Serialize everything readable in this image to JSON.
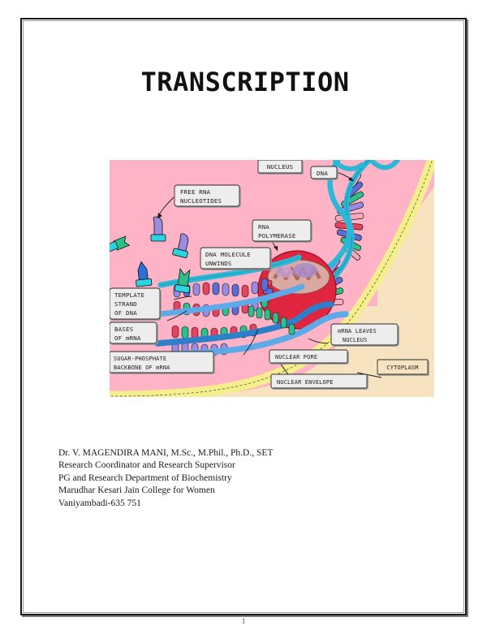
{
  "document": {
    "title": "TRANSCRIPTION",
    "page_number": "1"
  },
  "figure": {
    "name": "transcription-diagram",
    "regions": {
      "nucleus_fill": "#FFB3C6",
      "cytoplasm_fill": "#F7E3C0",
      "nuclear_envelope_fill": "#F5EE8D",
      "rna_polymerase_fill": "#E0263F"
    },
    "labels": {
      "nucleus": "NUCLEUS",
      "dna": "DNA",
      "free_rna_nucleotides_l1": "FREE  RNA",
      "free_rna_nucleotides_l2": "NUCLEOTIDES",
      "rna_polymerase_l1": "RNA",
      "rna_polymerase_l2": "POLYMERASE",
      "dna_molecule_unwinds_l1": "DNA  MOLECULE",
      "dna_molecule_unwinds_l2": "UNWINDS",
      "template_strand_l1": "TEMPLATE",
      "template_strand_l2": "STRAND",
      "template_strand_l3": "OF  DNA",
      "bases_of_mrna_l1": "BASES",
      "bases_of_mrna_l2": "OF mRNA",
      "sugar_phosphate_l1": "SUGAR-PHOSPHATE",
      "sugar_phosphate_l2": "BACKBONE  OF  mRNA",
      "mrna_leaves_nucleus_l1": "mRNA LEAVES",
      "mrna_leaves_nucleus_l2": "NUCLEUS",
      "nuclear_pore": "NUCLEAR  PORE",
      "nuclear_envelope": "NUCLEAR  ENVELOPE",
      "cytoplasm": "CYTOPLASM"
    }
  },
  "author": {
    "line1": "Dr. V. MAGENDIRA MANI, M.Sc., M.Phil., Ph.D., SET",
    "line2": "Research Coordinator and Research Supervisor",
    "line3": "PG and Research Department of Biochemistry",
    "line4": "Marudhar Kesari Jain College for Women",
    "line5": "Vaniyambadi-635 751"
  }
}
